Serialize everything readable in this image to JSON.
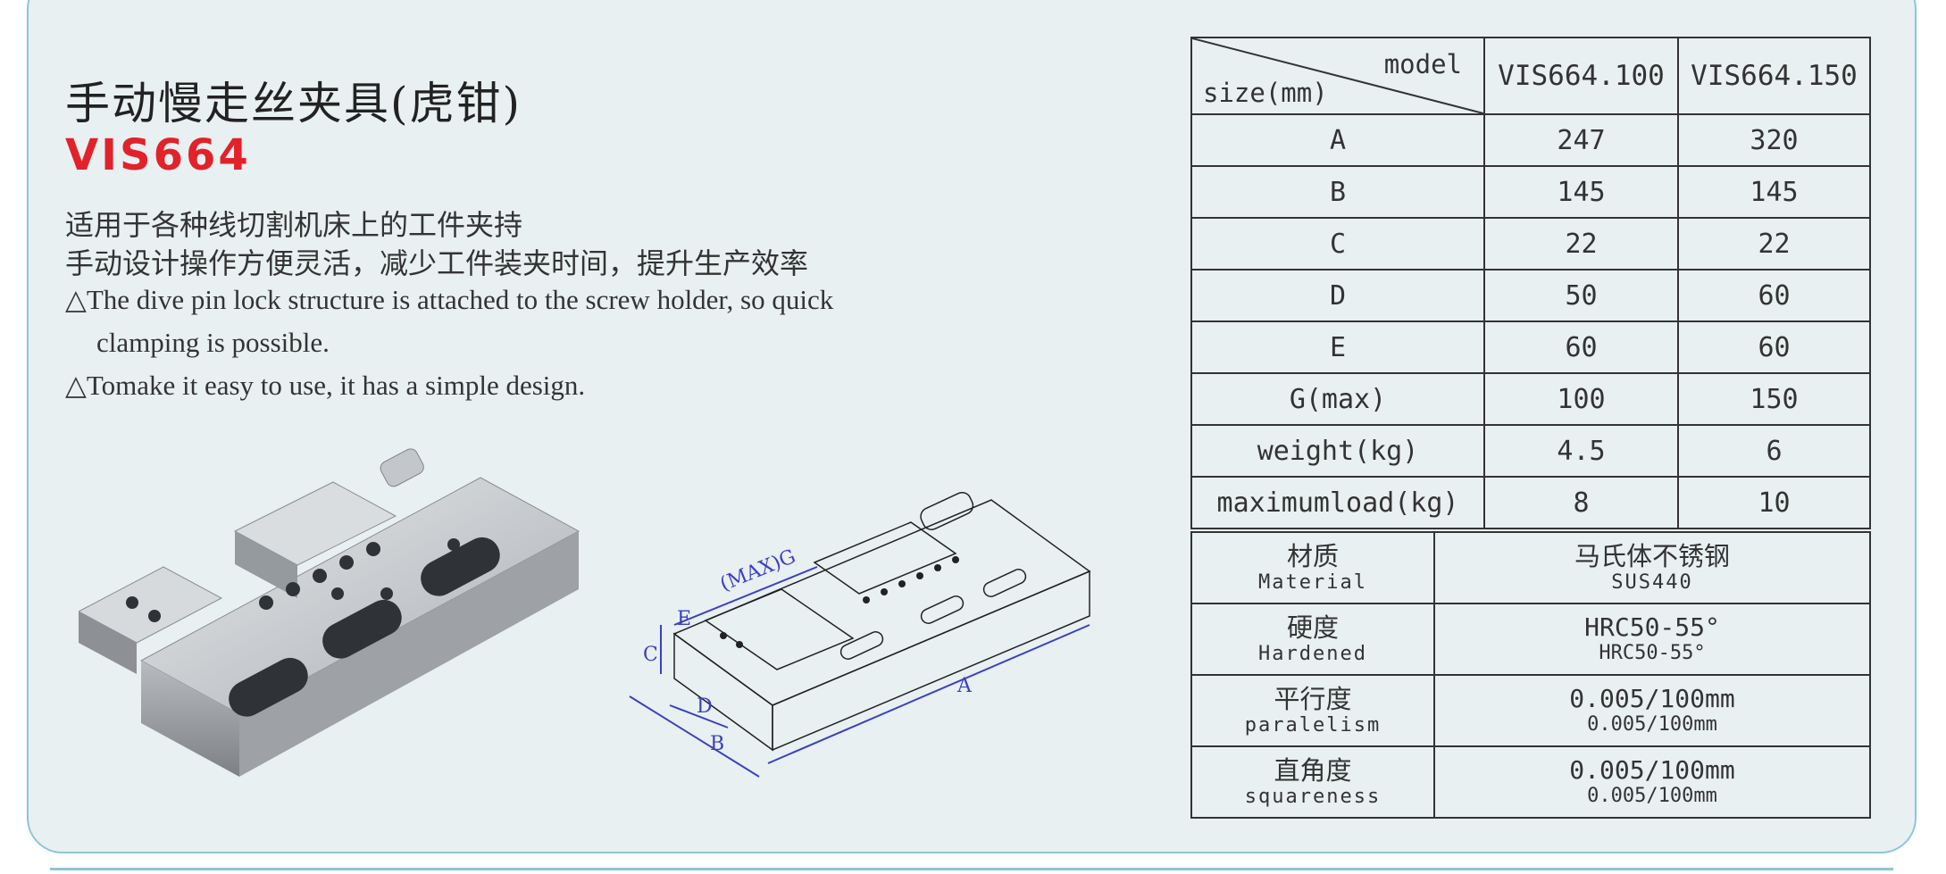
{
  "title": "手动慢走丝夹具(虎钳)",
  "model": "VIS664",
  "description": {
    "cn_line1": "适用于各种线切割机床上的工件夹持",
    "cn_line2": "手动设计操作方便灵活，减少工件装夹时间，提升生产效率",
    "en_line1": "△The dive pin lock structure is attached to the screw holder, so quick",
    "en_line1_cont": "clamping is possible.",
    "en_line2": "△Tomake it easy to use, it has a simple design."
  },
  "drawing_labels": {
    "a": "A",
    "b": "B",
    "c": "C",
    "d": "D",
    "e": "E",
    "g": "(MAX)G"
  },
  "spec_table": {
    "header_model": "model",
    "header_size": "size(mm)",
    "col1": "VIS664.100",
    "col2": "VIS664.150",
    "rows": [
      {
        "label": "A",
        "v1": "247",
        "v2": "320"
      },
      {
        "label": "B",
        "v1": "145",
        "v2": "145"
      },
      {
        "label": "C",
        "v1": "22",
        "v2": "22"
      },
      {
        "label": "D",
        "v1": "50",
        "v2": "60"
      },
      {
        "label": "E",
        "v1": "60",
        "v2": "60"
      },
      {
        "label": "G(max)",
        "v1": "100",
        "v2": "150"
      },
      {
        "label": "weight(kg)",
        "v1": "4.5",
        "v2": "6"
      },
      {
        "label": "maximumload(kg)",
        "v1": "8",
        "v2": "10"
      }
    ]
  },
  "property_table": [
    {
      "cn": "材质",
      "en": "Material",
      "value": "马氏体不锈钢",
      "value_sub": "SUS440"
    },
    {
      "cn": "硬度",
      "en": "Hardened",
      "value": "HRC50-55°",
      "value_sub": "HRC50-55°"
    },
    {
      "cn": "平行度",
      "en": "paralelism",
      "value": "0.005/100mm",
      "value_sub": "0.005/100mm"
    },
    {
      "cn": "直角度",
      "en": "squareness",
      "value": "0.005/100mm",
      "value_sub": "0.005/100mm"
    }
  ],
  "colors": {
    "accent": "#e2222a",
    "border": "#8cc5d6",
    "background": "#e8f0f1",
    "dimension": "#3b3fc0"
  }
}
